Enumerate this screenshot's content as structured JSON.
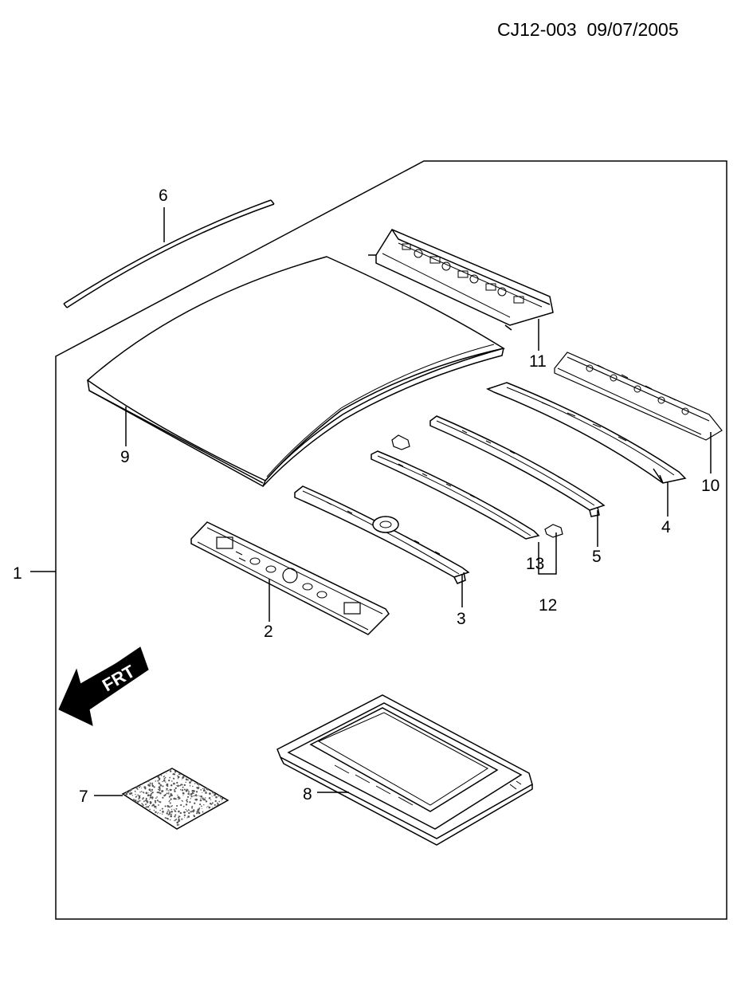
{
  "header": {
    "doc_id": "CJ12-003",
    "date": "09/07/2005"
  },
  "direction_label": "FRT",
  "callouts": [
    {
      "id": "c1",
      "label": "1"
    },
    {
      "id": "c2",
      "label": "2"
    },
    {
      "id": "c3",
      "label": "3"
    },
    {
      "id": "c4",
      "label": "4"
    },
    {
      "id": "c5",
      "label": "5"
    },
    {
      "id": "c6",
      "label": "6"
    },
    {
      "id": "c7",
      "label": "7"
    },
    {
      "id": "c8",
      "label": "8"
    },
    {
      "id": "c9",
      "label": "9"
    },
    {
      "id": "c10",
      "label": "10"
    },
    {
      "id": "c11",
      "label": "11"
    },
    {
      "id": "c12",
      "label": "12"
    },
    {
      "id": "c13",
      "label": "13"
    }
  ],
  "colors": {
    "line": "#000000",
    "panel_fill": "#ffffff",
    "arrow_fill": "#000000",
    "insulator_speckle": "#555555"
  }
}
